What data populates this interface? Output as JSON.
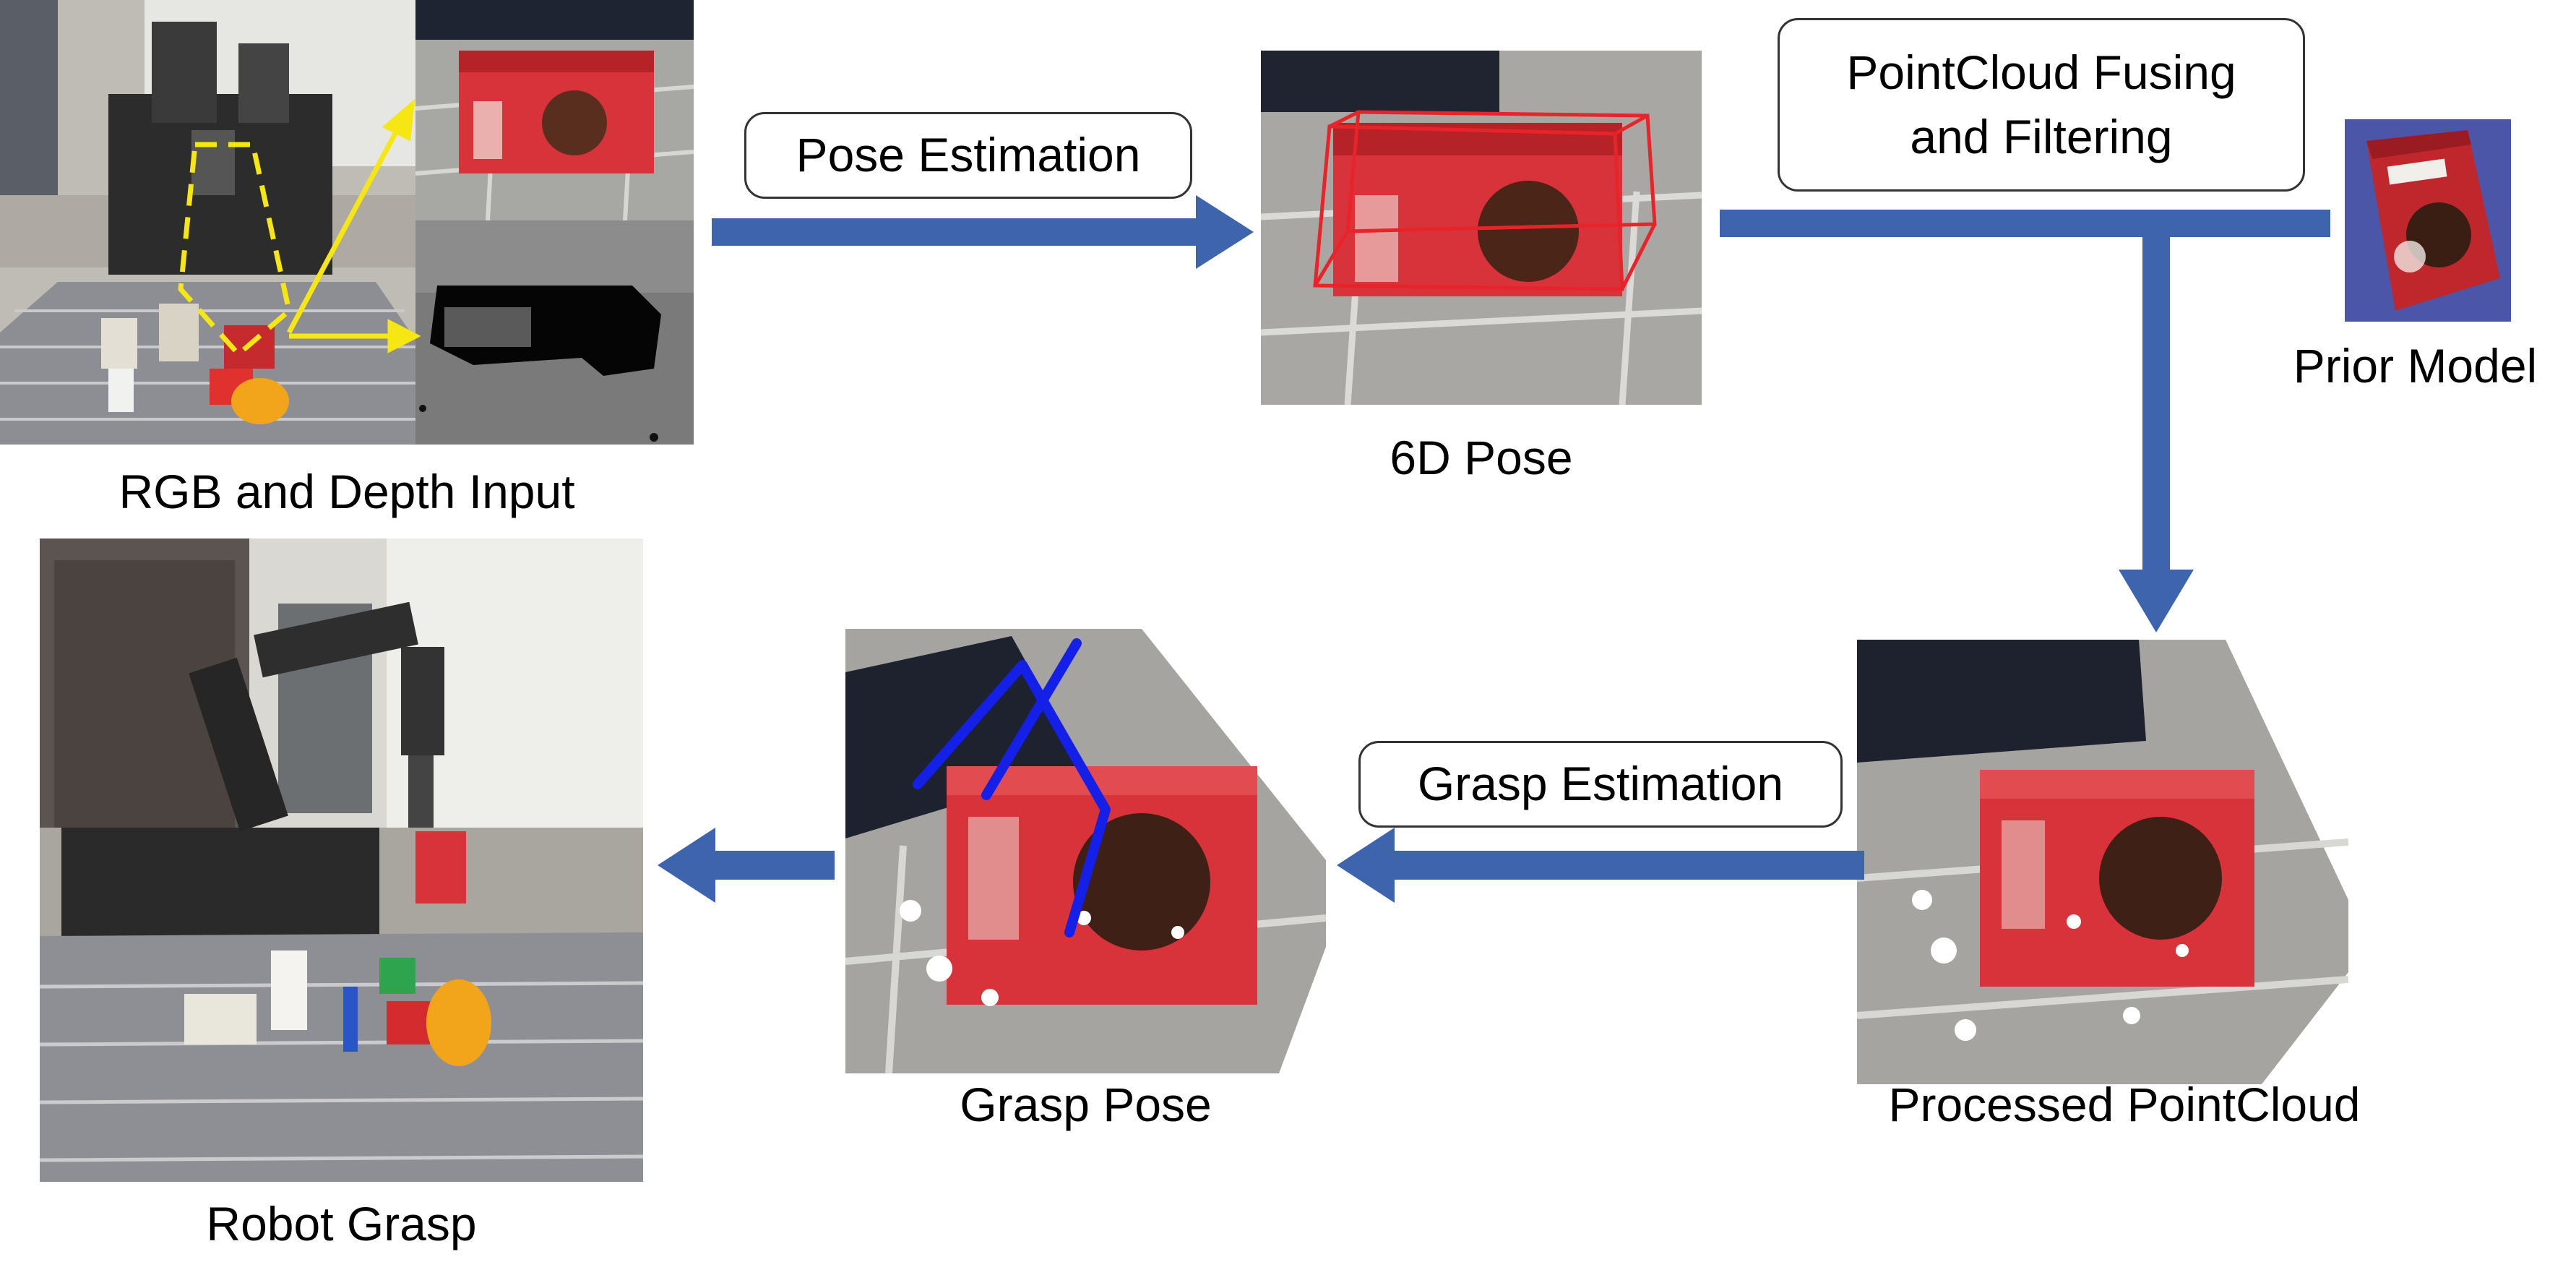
{
  "captions": {
    "rgb_depth_input": "RGB and Depth Input",
    "six_d_pose": "6D Pose",
    "prior_model": "Prior Model",
    "processed_pointcloud": "Processed PointCloud",
    "grasp_pose": "Grasp Pose",
    "robot_grasp": "Robot Grasp"
  },
  "steps": {
    "pose_estimation": "Pose Estimation",
    "pointcloud_fusing_line1": "PointCloud Fusing",
    "pointcloud_fusing_line2": "and Filtering",
    "grasp_estimation": "Grasp Estimation"
  },
  "colors": {
    "arrow": "#3E64AE",
    "pose_box": "#E8242A",
    "grasp_lines": "#1420E8",
    "highlight": "#F5E614",
    "product_red": "#D8323A"
  }
}
